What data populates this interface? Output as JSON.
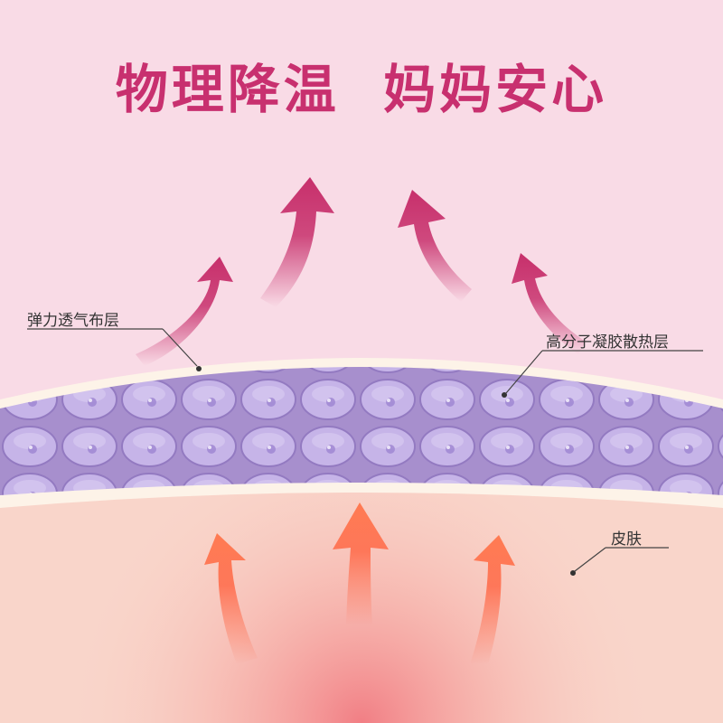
{
  "headline": "物理降温  妈妈安心",
  "labels": {
    "fabric_layer": "弹力透气布层",
    "gel_layer": "高分子凝胶散热层",
    "skin": "皮肤"
  },
  "colors": {
    "background": "#f9dbe6",
    "headline": "#c8306f",
    "cool_arrow": "#c72f6b",
    "warm_arrow": "#ff6e4e",
    "gel": "#b7a2dc",
    "skin": "#f9d5ca",
    "fabric": "#fdf3e8"
  }
}
